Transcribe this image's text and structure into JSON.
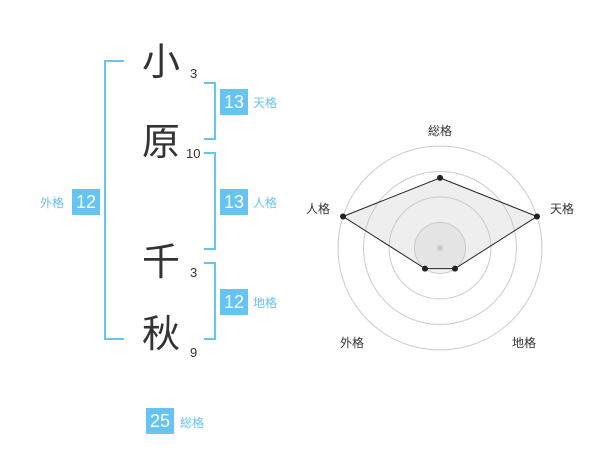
{
  "name_chars": [
    {
      "char": "小",
      "strokes": "3"
    },
    {
      "char": "原",
      "strokes": "10"
    },
    {
      "char": "千",
      "strokes": "3"
    },
    {
      "char": "秋",
      "strokes": "9"
    }
  ],
  "kaku": {
    "tenkaku": {
      "value": "13",
      "label": "天格"
    },
    "jinkaku": {
      "value": "13",
      "label": "人格"
    },
    "chikaku": {
      "value": "12",
      "label": "地格"
    },
    "gaikaku": {
      "value": "12",
      "label": "外格"
    },
    "soukaku": {
      "value": "25",
      "label": "総格"
    }
  },
  "colors": {
    "accent": "#67c3ef",
    "text": "#333333",
    "grid": "#cccccc"
  },
  "chart_data": {
    "type": "radar",
    "axes": [
      "総格",
      "天格",
      "地格",
      "外格",
      "人格"
    ],
    "rings": 4,
    "values": [
      2.75,
      4,
      1,
      1,
      4
    ],
    "max": 4
  }
}
